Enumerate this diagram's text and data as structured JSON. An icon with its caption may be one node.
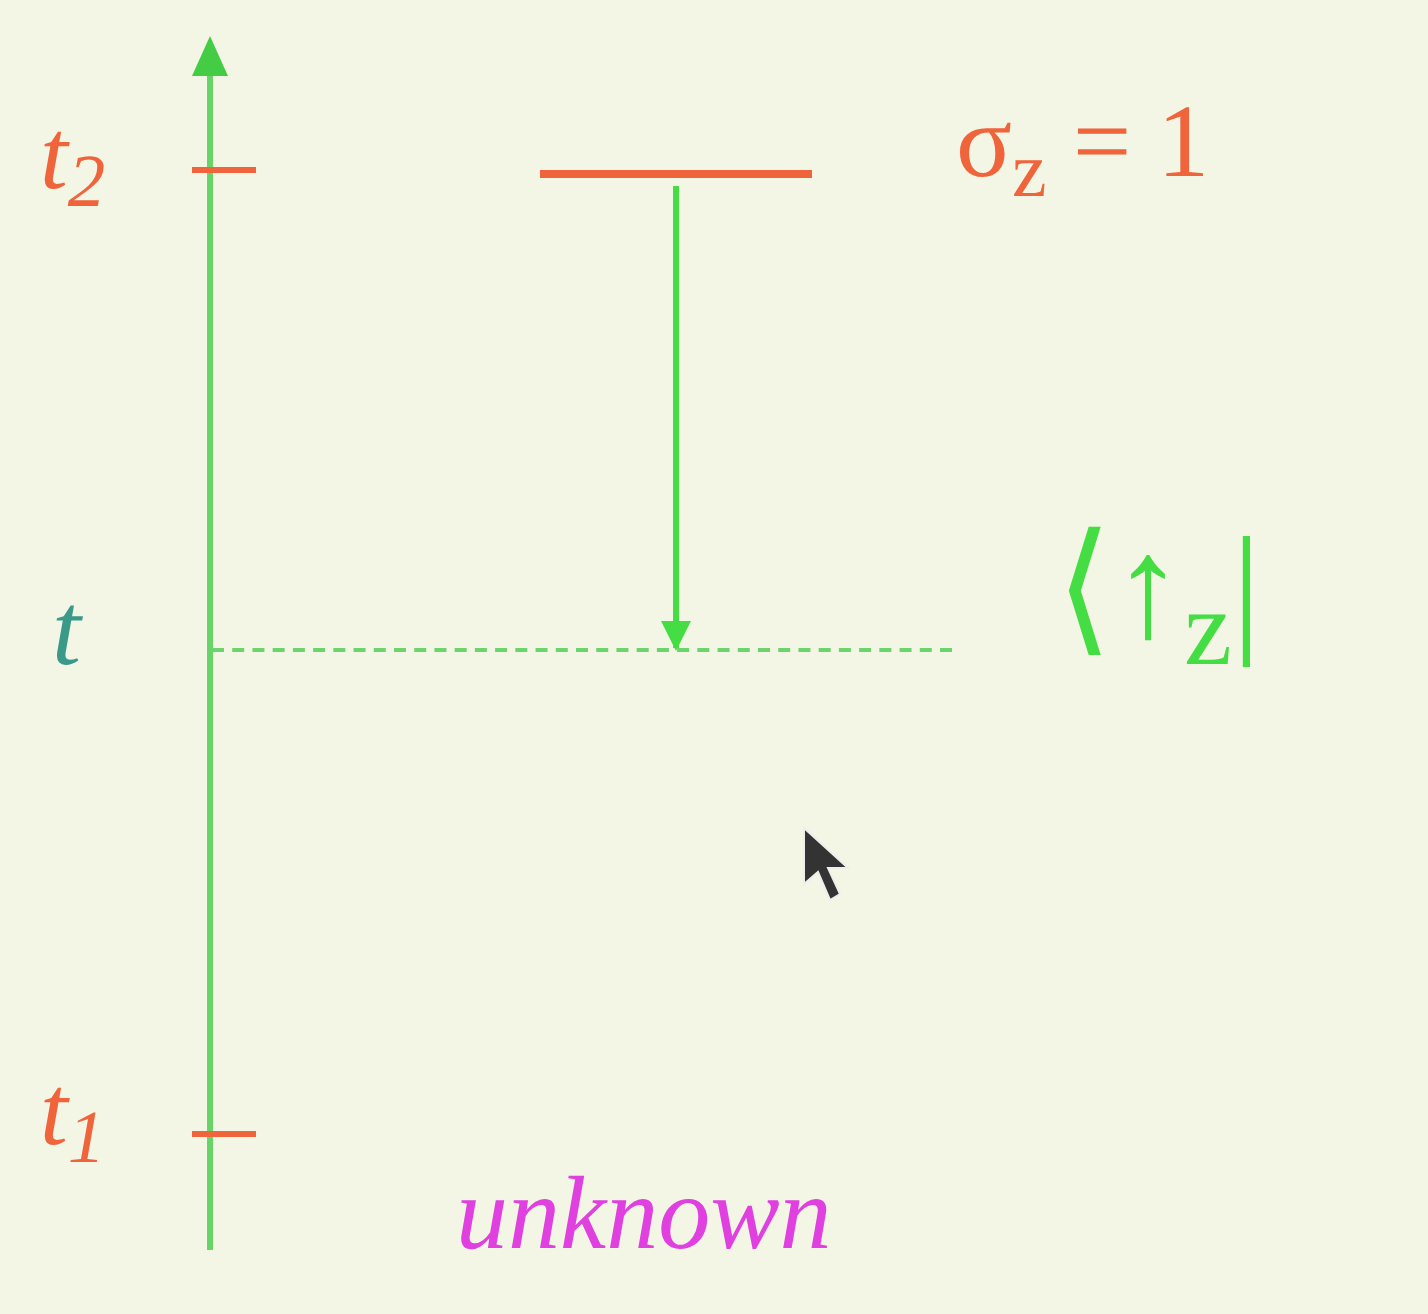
{
  "diagram": {
    "nodes": [
      {
        "text": [],
        "shape": "bar"
      },
      {
        "text": [],
        "shape": "line"
      }
    ],
    "edges": [
      {
        "from": 0,
        "to": 1,
        "arrow": "to"
      }
    ],
    "labels": [
      "t$_{2}$",
      "σ$_{z}$ = 1",
      "t",
      "⟨↑$_{z}$|",
      "t$_{1}$",
      "unknown"
    ]
  }
}
